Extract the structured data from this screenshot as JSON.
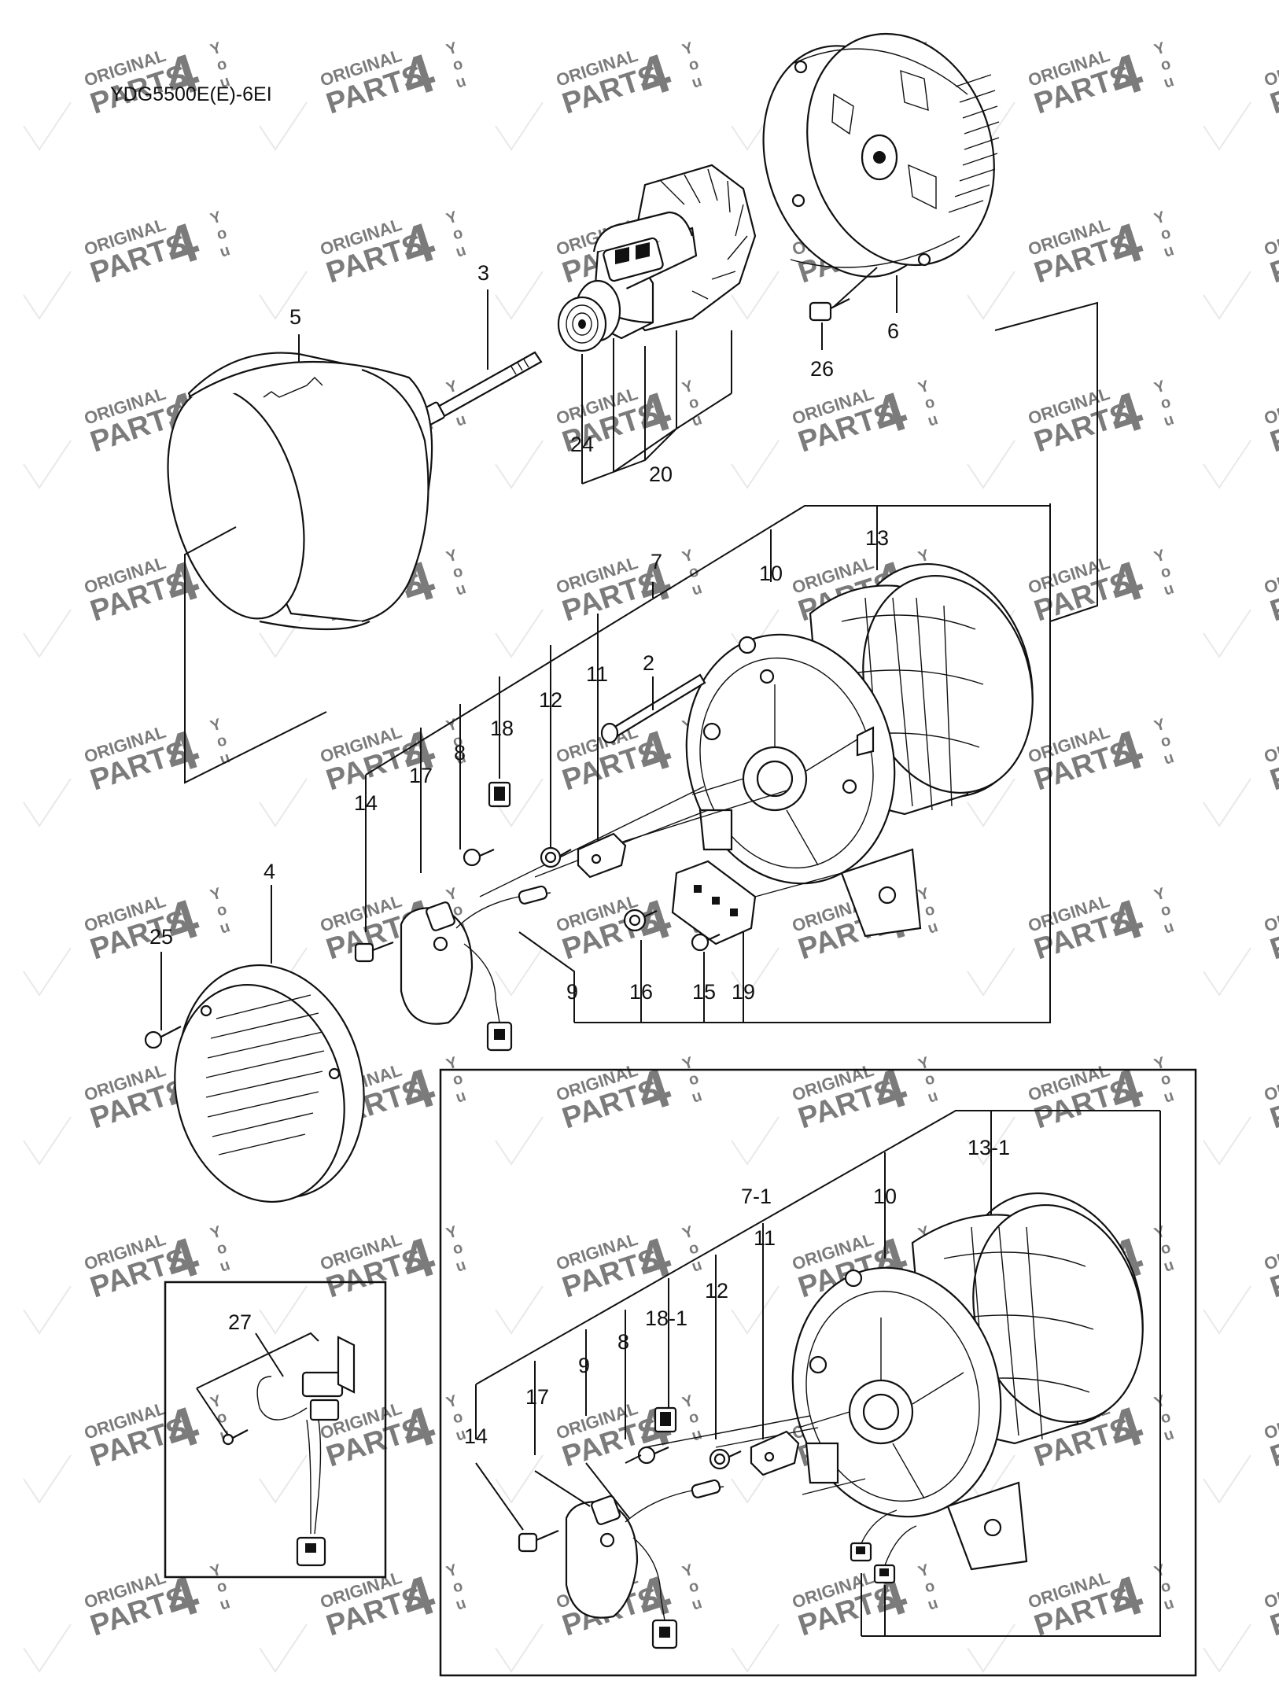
{
  "model": "YDG5500E(E)-6EI",
  "watermark": {
    "line1": "ORIGINAL",
    "line2": "PARTS",
    "digit": "4",
    "sup1": "Y",
    "sup2": "o",
    "sup3": "u"
  },
  "callouts": {
    "c2": "2",
    "c3": "3",
    "c4": "4",
    "c5": "5",
    "c6": "6",
    "c7": "7",
    "c8": "8",
    "c9": "9",
    "c10": "10",
    "c11": "11",
    "c12": "12",
    "c13": "13",
    "c14": "14",
    "c15": "15",
    "c16": "16",
    "c17": "17",
    "c18": "18",
    "c19": "19",
    "c20": "20",
    "c24": "24",
    "c25": "25",
    "c26": "26",
    "c27": "27",
    "c7_1": "7-1",
    "c8b": "8",
    "c9b": "9",
    "c10b": "10",
    "c11b": "11",
    "c12b": "12",
    "c13_1": "13-1",
    "c14b": "14",
    "c17b": "17",
    "c18_1": "18-1"
  },
  "colors": {
    "line": "#111111",
    "watermark_text": "#f2b8b8",
    "watermark_check": "#d6d6d6"
  }
}
